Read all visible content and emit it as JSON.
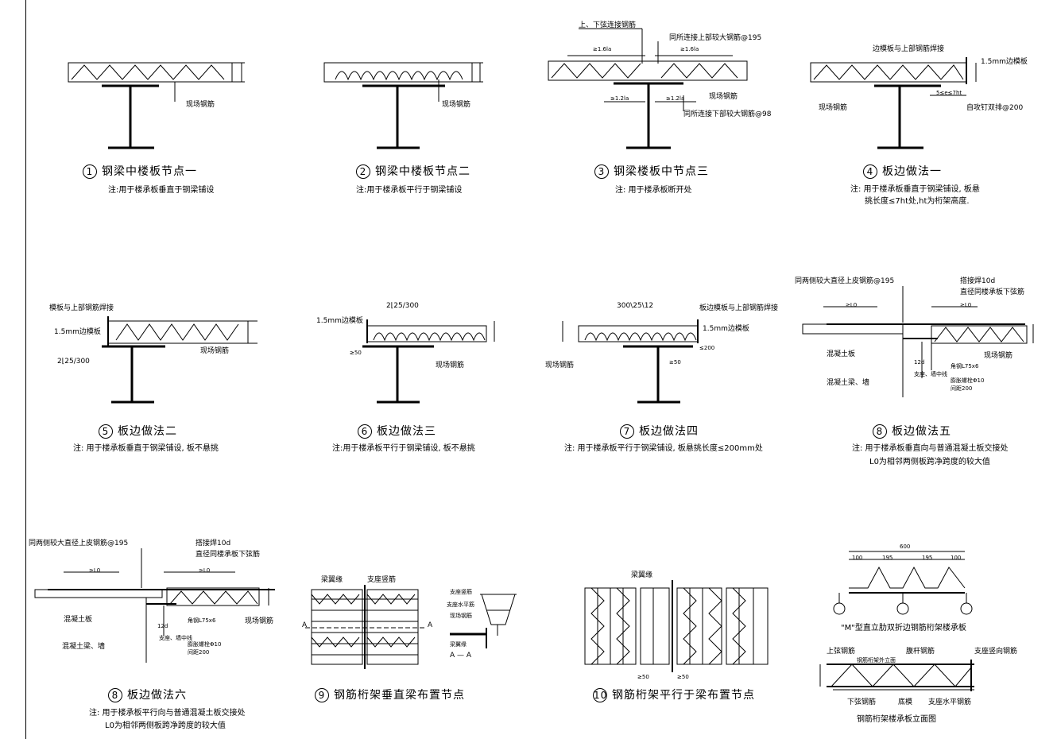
{
  "details": [
    {
      "num": "1",
      "title": "钢梁中楼板节点一",
      "note": [
        "注:用于楼承板垂直于钢梁铺设"
      ],
      "labels": [
        "现场钢筋"
      ]
    },
    {
      "num": "2",
      "title": "钢梁中楼板节点二",
      "note": [
        "注:用于楼承板平行于钢梁铺设"
      ],
      "labels": [
        "现场钢筋"
      ]
    },
    {
      "num": "3",
      "title": "钢梁楼板中节点三",
      "note": [
        "注: 用于楼承板断开处"
      ],
      "labels": [
        "上、下弦连接钢筋",
        "同所连接上部较大钢筋@195",
        "≥1.6la",
        "≥1.6la",
        "≥1.2la",
        "≥1.2la",
        "现场钢筋",
        "同所连接下部较大钢筋@98"
      ]
    },
    {
      "num": "4",
      "title": "板边做法一",
      "note": [
        "注: 用于楼承板垂直于钢梁铺设, 板悬",
        "挑长度≤7ht处,ht为桁架高度."
      ],
      "labels": [
        "边模板与上部钢筋焊接",
        "1.5mm边模板",
        "现场钢筋",
        "自攻钉双排@200",
        "5≤e≤7ht"
      ]
    },
    {
      "num": "5",
      "title": "板边做法二",
      "note": [
        "注: 用于楼承板垂直于钢梁铺设, 板不悬挑"
      ],
      "labels": [
        "模板与上部钢筋焊接",
        "1.5mm边模板",
        "现场钢筋",
        "2⌊25/300"
      ]
    },
    {
      "num": "6",
      "title": "板边做法三",
      "note": [
        "注:用于楼承板平行于钢梁铺设, 板不悬挑"
      ],
      "labels": [
        "1.5mm边模板",
        "2⌊25/300",
        "≥50",
        "现场钢筋"
      ]
    },
    {
      "num": "7",
      "title": "板边做法四",
      "note": [
        "注: 用于楼承板平行于钢梁铺设, 板悬挑长度≤200mm处"
      ],
      "labels": [
        "300\\25\\12",
        "板边模板与上部钢筋焊接",
        "1.5mm边模板",
        "现场钢筋",
        "≤200",
        "≥50"
      ]
    },
    {
      "num": "8",
      "title": "板边做法五",
      "note": [
        "注: 用于楼承板垂直向与普通混凝土板交接处",
        "L0为相邻两侧板跨净跨度的较大值"
      ],
      "labels": [
        "同两侧较大直径上皮钢筋@195",
        "搭接焊10d",
        "直径同楼承板下弦筋",
        "≥L0",
        "≥L0",
        "混凝土板",
        "现场钢筋",
        "混凝土梁、墙",
        "12d",
        "支座、墙中线",
        "角钢L75x6",
        "膨胀螺栓Φ10",
        "间距200"
      ]
    },
    {
      "num": "8",
      "title": "板边做法六",
      "note": [
        "注: 用于楼承板平行向与普通混凝土板交接处",
        "L0为相邻两侧板跨净跨度的较大值"
      ],
      "labels": [
        "同两侧较大直径上皮钢筋@195",
        "搭接焊10d",
        "直径同楼承板下弦筋",
        "≥L0",
        "≥L0",
        "混凝土板",
        "现场钢筋",
        "混凝土梁、墙",
        "12d",
        "支座、墙中线",
        "角钢L75x6",
        "膨胀螺栓Φ10",
        "间距200"
      ]
    },
    {
      "num": "9",
      "title": "钢筋桁架垂直梁布置节点",
      "note": [],
      "labels": [
        "梁翼缘",
        "支座竖筋",
        "A",
        "A",
        "A — A",
        "支座竖筋",
        "支座水平筋",
        "现场钢筋",
        "梁翼缘"
      ]
    },
    {
      "num": "10",
      "title": "钢筋桁架平行于梁布置节点",
      "note": [],
      "labels": [
        "梁翼缘",
        "≥50",
        "≥50"
      ]
    },
    {
      "num": "",
      "title": "",
      "note": [],
      "labels": [
        "600",
        "100",
        "195",
        "195",
        "100",
        "\"M\"型直立肋双折边钢筋桁架楼承板",
        "上弦钢筋",
        "腹杆钢筋",
        "钢筋桁架外立面",
        "支座竖向钢筋",
        "下弦钢筋",
        "底模",
        "支座水平钢筋",
        "钢筋桁架楼承板立面图"
      ]
    }
  ]
}
